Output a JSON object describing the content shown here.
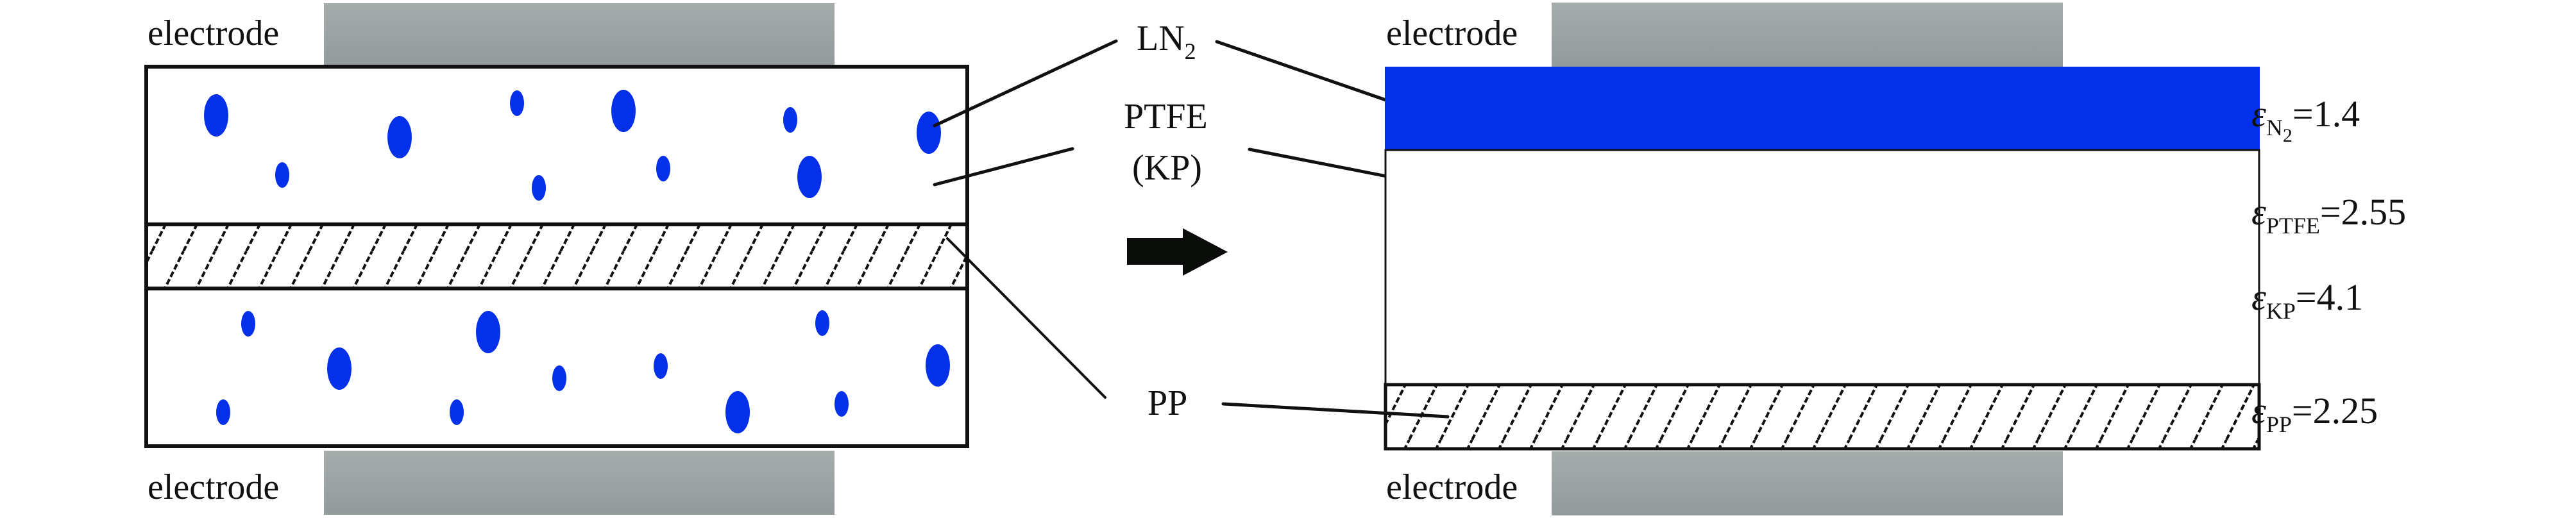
{
  "colors": {
    "ln2_blue": "#0330e8",
    "electrode_gray_top": "#a6acab",
    "electrode_gray_bottom": "#939a9c",
    "line": "#111111",
    "background": "#ffffff"
  },
  "left_panel": {
    "electrode_top_label": "electrode",
    "electrode_bottom_label": "electrode",
    "description": "PTFE/KP layers with dispersed LN2 bubbles, PP film layer in middle"
  },
  "callouts": {
    "ln2": {
      "main": "LN",
      "sub": "2"
    },
    "ptfe_line1": "PTFE",
    "ptfe_line2": "(KP)",
    "pp": "PP"
  },
  "arrow": {
    "icon": "right-arrow-icon"
  },
  "right_panel": {
    "electrode_top_label": "electrode",
    "electrode_bottom_label": "electrode",
    "layers": [
      {
        "name": "LN2",
        "material": "liquid nitrogen"
      },
      {
        "name": "PTFE (KP)",
        "material": "PTFE/KP"
      },
      {
        "name": "PP",
        "material": "polypropylene"
      }
    ]
  },
  "permittivities": [
    {
      "symbol": "ε",
      "subscript": "N",
      "subsub": "2",
      "value": "=1.4"
    },
    {
      "symbol": "ε",
      "subscript": "PTFE",
      "subsub": "",
      "value": "=2.55"
    },
    {
      "symbol": "ε",
      "subscript": "KP",
      "subsub": "",
      "value": "=4.1"
    },
    {
      "symbol": "ε",
      "subscript": "PP",
      "subsub": "",
      "value": "=2.25"
    }
  ]
}
